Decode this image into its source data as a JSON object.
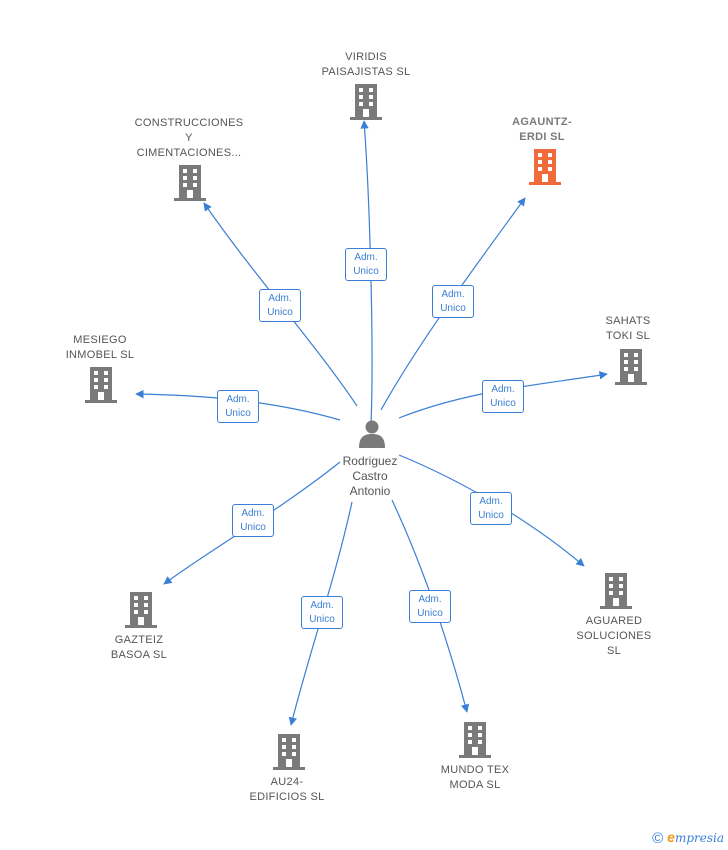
{
  "colors": {
    "edge": "#3a7fd5",
    "building": "#7a7a7a",
    "building_highlight": "#f06a3a",
    "text": "#555555"
  },
  "center": {
    "name_lines": [
      "Rodriguez",
      "Castro",
      "Antonio"
    ],
    "icon": "person-icon"
  },
  "companies": [
    {
      "id": "viridis",
      "lines": [
        "VIRIDIS",
        "PAISAJISTAS SL"
      ],
      "highlight": false,
      "icon": "building-icon"
    },
    {
      "id": "agauntz",
      "lines": [
        "AGAUNTZ-",
        "ERDI SL"
      ],
      "highlight": true,
      "icon": "building-icon"
    },
    {
      "id": "construcciones",
      "lines": [
        "CONSTRUCCIONES",
        "Y",
        "CIMENTACIONES..."
      ],
      "highlight": false,
      "icon": "building-icon"
    },
    {
      "id": "mesiego",
      "lines": [
        "MESIEGO",
        "INMOBEL SL"
      ],
      "highlight": false,
      "icon": "building-icon"
    },
    {
      "id": "sahats",
      "lines": [
        "SAHATS",
        "TOKI SL"
      ],
      "highlight": false,
      "icon": "building-icon"
    },
    {
      "id": "gazteiz",
      "lines": [
        "GAZTEIZ",
        "BASOA SL"
      ],
      "highlight": false,
      "icon": "building-icon"
    },
    {
      "id": "aguared",
      "lines": [
        "AGUARED",
        "SOLUCIONES",
        "SL"
      ],
      "highlight": false,
      "icon": "building-icon"
    },
    {
      "id": "au24",
      "lines": [
        "AU24-",
        "EDIFICIOS SL"
      ],
      "highlight": false,
      "icon": "building-icon"
    },
    {
      "id": "mundotex",
      "lines": [
        "MUNDO TEX",
        "MODA SL"
      ],
      "highlight": false,
      "icon": "building-icon"
    }
  ],
  "edge_label_lines": [
    "Adm.",
    "Unico"
  ],
  "brand": {
    "copyright": "©",
    "initial": "e",
    "rest": "mpresia"
  }
}
